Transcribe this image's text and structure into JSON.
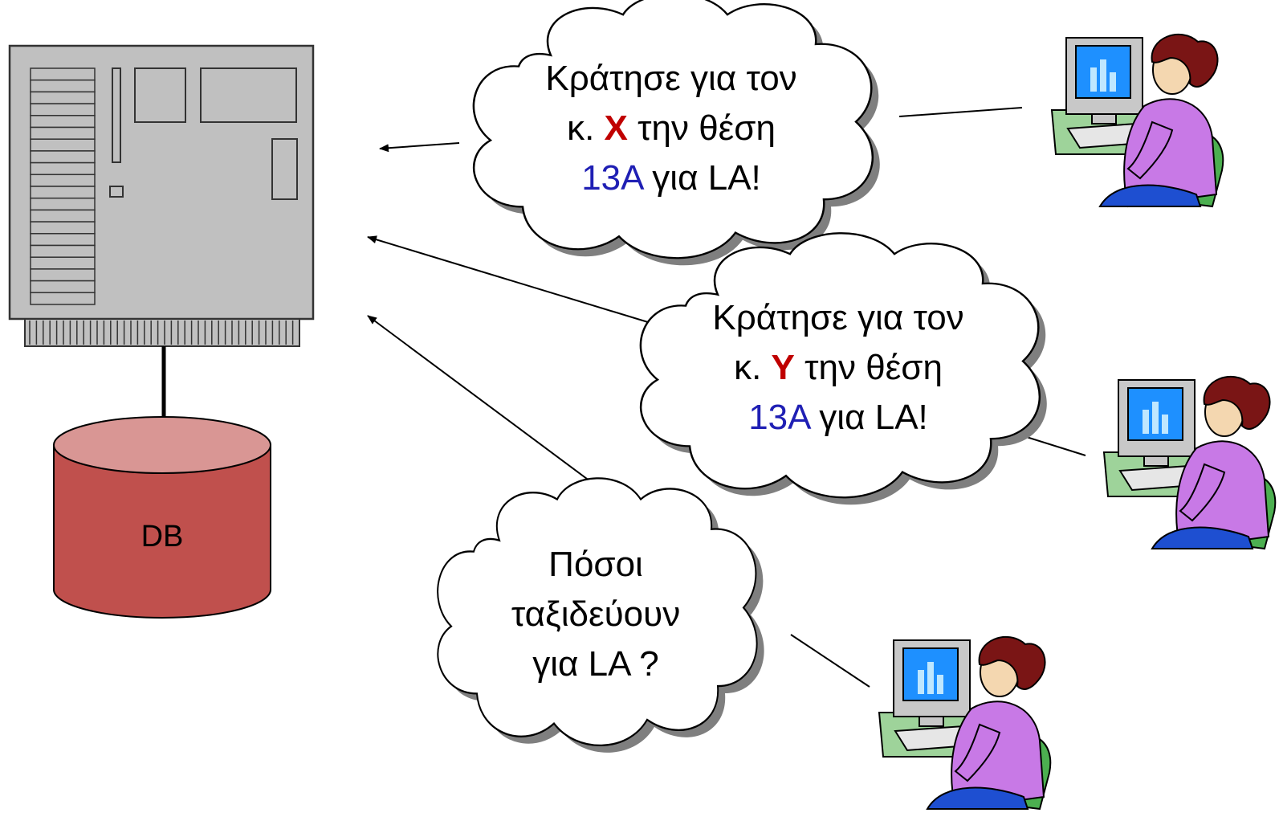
{
  "colors": {
    "server_fill": "#c0c0c0",
    "server_stroke": "#333333",
    "db_body": "#c0504d",
    "db_top": "#d99694",
    "highlight_red": "#c00000",
    "highlight_blue": "#1f1fb4",
    "cloud_fill": "#ffffff",
    "cloud_shadow": "#7f7f7f"
  },
  "database": {
    "label": "DB"
  },
  "clouds": [
    {
      "lines": [
        [
          {
            "text": "Κράτησε για τον",
            "color": "#000000",
            "bold": false
          }
        ],
        [
          {
            "text": "κ. ",
            "color": "#000000",
            "bold": false
          },
          {
            "text": "Χ",
            "color": "#c00000",
            "bold": true
          },
          {
            "text": " την θέση",
            "color": "#000000",
            "bold": false
          }
        ],
        [
          {
            "text": "13Α",
            "color": "#1f1fb4",
            "bold": false
          },
          {
            "text": " για LA!",
            "color": "#000000",
            "bold": false
          }
        ]
      ]
    },
    {
      "lines": [
        [
          {
            "text": "Κράτησε για τον",
            "color": "#000000",
            "bold": false
          }
        ],
        [
          {
            "text": "κ. ",
            "color": "#000000",
            "bold": false
          },
          {
            "text": "Υ",
            "color": "#c00000",
            "bold": true
          },
          {
            "text": " την θέση",
            "color": "#000000",
            "bold": false
          }
        ],
        [
          {
            "text": "13Α",
            "color": "#1f1fb4",
            "bold": false
          },
          {
            "text": " για LA!",
            "color": "#000000",
            "bold": false
          }
        ]
      ]
    },
    {
      "lines": [
        [
          {
            "text": "Πόσοι",
            "color": "#000000",
            "bold": false
          }
        ],
        [
          {
            "text": "ταξιδεύουν",
            "color": "#000000",
            "bold": false
          }
        ],
        [
          {
            "text": "για LA ?",
            "color": "#000000",
            "bold": false
          }
        ]
      ]
    }
  ],
  "clients": [
    {
      "icon": "woman-at-computer-icon"
    },
    {
      "icon": "woman-at-computer-icon"
    },
    {
      "icon": "woman-at-computer-icon"
    }
  ]
}
